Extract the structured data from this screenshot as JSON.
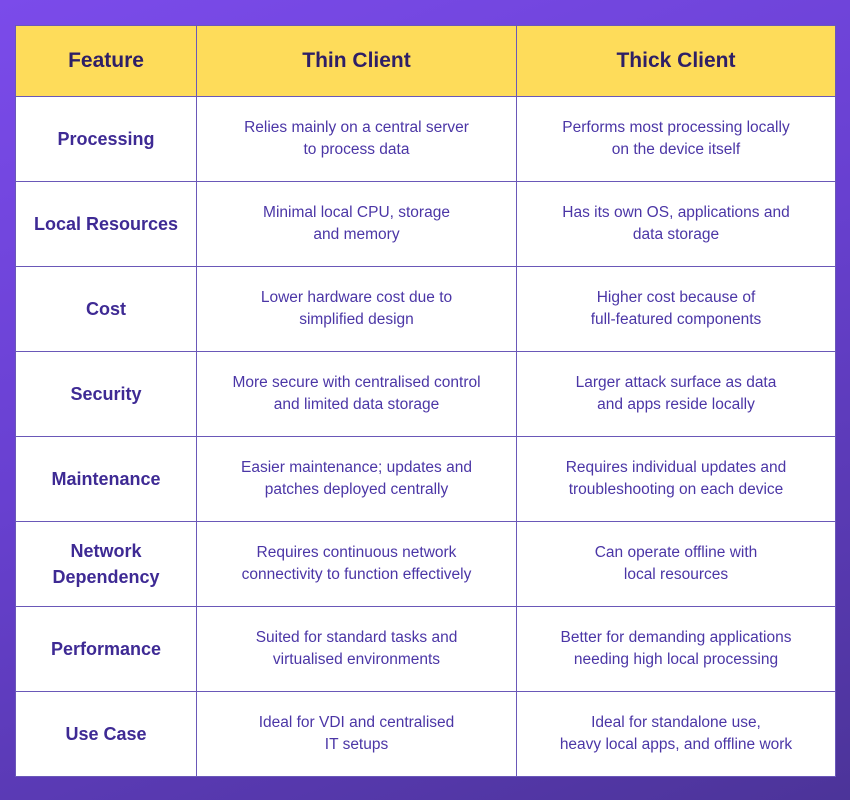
{
  "headers": [
    "Feature",
    "Thin Client",
    "Thick Client"
  ],
  "rows": [
    {
      "feature": [
        "Processing"
      ],
      "thin": [
        "Relies mainly on a central server",
        "to process data"
      ],
      "thick": [
        "Performs most processing locally",
        "on the device itself"
      ]
    },
    {
      "feature": [
        "Local Resources"
      ],
      "thin": [
        "Minimal local CPU, storage",
        "and memory"
      ],
      "thick": [
        "Has its own OS, applications and",
        "data storage"
      ]
    },
    {
      "feature": [
        "Cost"
      ],
      "thin": [
        "Lower hardware cost due to",
        "simplified design"
      ],
      "thick": [
        "Higher cost because of",
        "full-featured components"
      ]
    },
    {
      "feature": [
        "Security"
      ],
      "thin": [
        "More secure with centralised control",
        "and limited data storage"
      ],
      "thick": [
        "Larger attack surface as data",
        "and apps reside locally"
      ]
    },
    {
      "feature": [
        "Maintenance"
      ],
      "thin": [
        "Easier maintenance; updates and",
        "patches deployed centrally"
      ],
      "thick": [
        "Requires individual updates and",
        "troubleshooting on each device"
      ]
    },
    {
      "feature": [
        "Network",
        "Dependency"
      ],
      "thin": [
        "Requires continuous network",
        "connectivity to function effectively"
      ],
      "thick": [
        "Can operate offline with",
        "local resources"
      ]
    },
    {
      "feature": [
        "Performance"
      ],
      "thin": [
        "Suited for standard tasks and",
        "virtualised environments"
      ],
      "thick": [
        "Better for demanding applications",
        "needing high local processing"
      ]
    },
    {
      "feature": [
        "Use Case"
      ],
      "thin": [
        "Ideal for VDI and centralised",
        "IT setups"
      ],
      "thick": [
        "Ideal for standalone use,",
        "heavy local apps, and offline work"
      ]
    }
  ]
}
